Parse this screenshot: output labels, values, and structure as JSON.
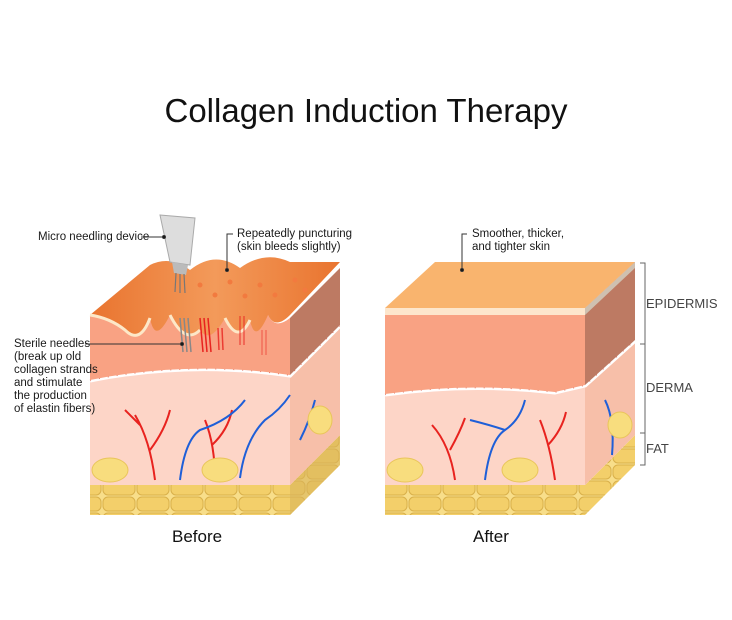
{
  "title": "Collagen Induction Therapy",
  "before": {
    "caption": "Before",
    "labels": {
      "device": "Micro needling device",
      "puncturing_1": "Repeatedly puncturing",
      "puncturing_2": "(skin bleeds slightly)",
      "needles": [
        "Sterile needles",
        "(break up old",
        "collagen strands",
        "and stimulate",
        "the production",
        "of elastin fibers)"
      ]
    }
  },
  "after": {
    "caption": "After",
    "labels": {
      "result_1": "Smoother, thicker,",
      "result_2": "and tighter skin"
    }
  },
  "layers": {
    "epidermis": "EPIDERMIS",
    "derma": "DERMA",
    "fat": "FAT"
  },
  "colors": {
    "epidermis_top": "#f9b46e",
    "epidermis": "#f9a283",
    "side": "#bd7a63",
    "derma": "#fdd5c7",
    "fat": "#f5d77a",
    "artery": "#e8231f",
    "vein": "#1e5fd8"
  }
}
